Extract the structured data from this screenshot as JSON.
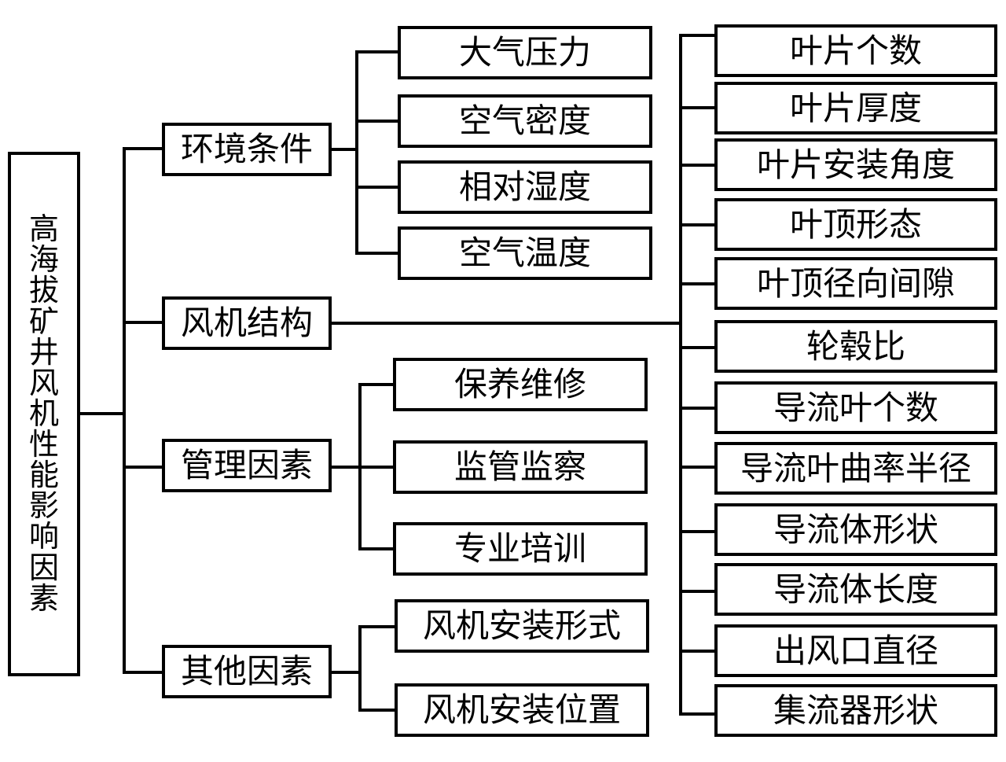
{
  "root": {
    "label": "高海拔矿井风机性能影响因素",
    "chars": [
      "高",
      "海",
      "拔",
      "矿",
      "井",
      "风",
      "机",
      "性",
      "能",
      "影",
      "响",
      "因",
      "素"
    ]
  },
  "categories": [
    {
      "label": "环境条件",
      "items": [
        "大气压力",
        "空气密度",
        "相对湿度",
        "空气温度"
      ]
    },
    {
      "label": "风机结构",
      "items": [
        "叶片个数",
        "叶片厚度",
        "叶片安装角度",
        "叶顶形态",
        "叶顶径向间隙",
        "轮毂比",
        "导流叶个数",
        "导流叶曲率半径",
        "导流体形状",
        "导流体长度",
        "出风口直径",
        "集流器形状"
      ]
    },
    {
      "label": "管理因素",
      "items": [
        "保养维修",
        "监管监察",
        "专业培训"
      ]
    },
    {
      "label": "其他因素",
      "items": [
        "风机安装形式",
        "风机安装位置"
      ]
    }
  ]
}
